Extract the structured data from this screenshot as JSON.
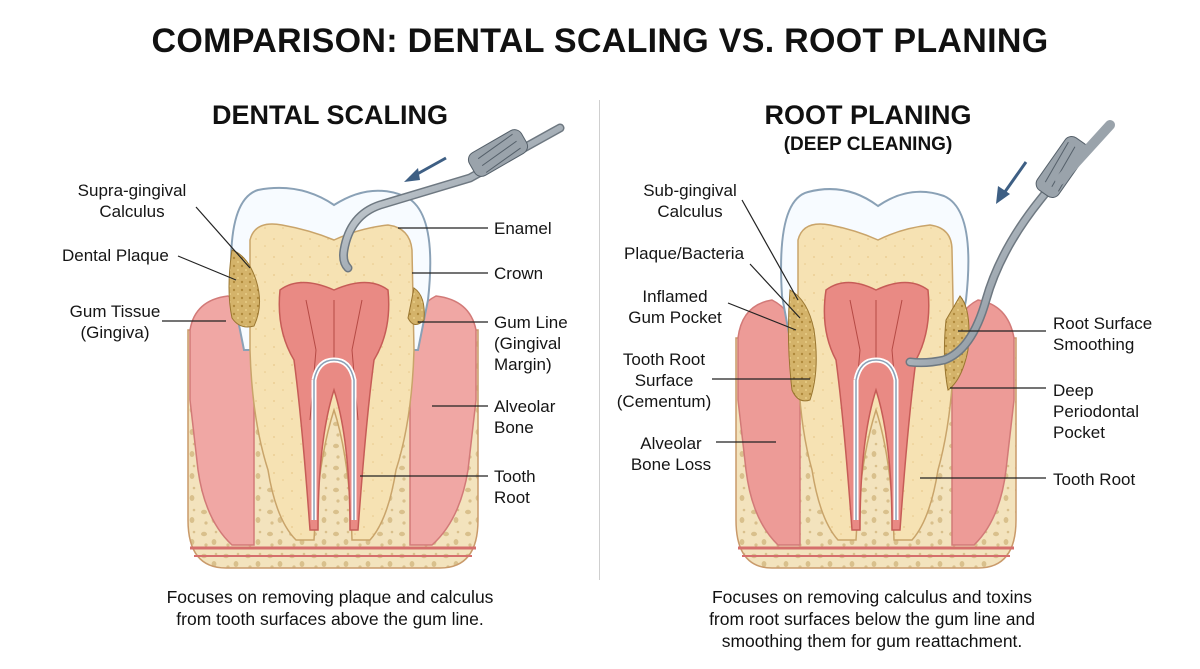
{
  "title": "COMPARISON: DENTAL SCALING VS. ROOT PLANING",
  "left": {
    "heading": "DENTAL SCALING",
    "labels": {
      "supra_1": "Supra-gingival",
      "supra_2": "Calculus",
      "plaque": "Dental Plaque",
      "gum_1": "Gum Tissue",
      "gum_2": "(Gingiva)",
      "enamel": "Enamel",
      "crown": "Crown",
      "gumline_1": "Gum Line",
      "gumline_2": "(Gingival",
      "gumline_3": "Margin)",
      "bone_1": "Alveolar",
      "bone_2": "Bone",
      "root_1": "Tooth",
      "root_2": "Root"
    },
    "caption_1": "Focuses on removing plaque and calculus",
    "caption_2": "from tooth surfaces above the gum line."
  },
  "right": {
    "heading": "ROOT PLANING",
    "subheading": "(DEEP CLEANING)",
    "labels": {
      "sub_1": "Sub-gingival",
      "sub_2": "Calculus",
      "plaque": "Plaque/Bacteria",
      "pocket_1": "Inflamed",
      "pocket_2": "Gum Pocket",
      "surface_1": "Tooth Root",
      "surface_2": "Surface",
      "surface_3": "(Cementum)",
      "loss_1": "Alveolar",
      "loss_2": "Bone Loss",
      "smooth_1": "Root Surface",
      "smooth_2": "Smoothing",
      "deep_1": "Deep",
      "deep_2": "Periodontal",
      "deep_3": "Pocket",
      "root": "Tooth Root"
    },
    "caption_1": "Focuses on removing calculus and toxins",
    "caption_2": "from root surfaces below the gum line and",
    "caption_3": "smoothing them for gum reattachment."
  },
  "colors": {
    "enamel": "#f7fbff",
    "dentin": "#f6e2b3",
    "pulp": "#e98a84",
    "gum": "#f0a7a4",
    "bone": "#f3e3bd",
    "calculus": "#d4b36a",
    "instrument": "#9aa3ab"
  }
}
